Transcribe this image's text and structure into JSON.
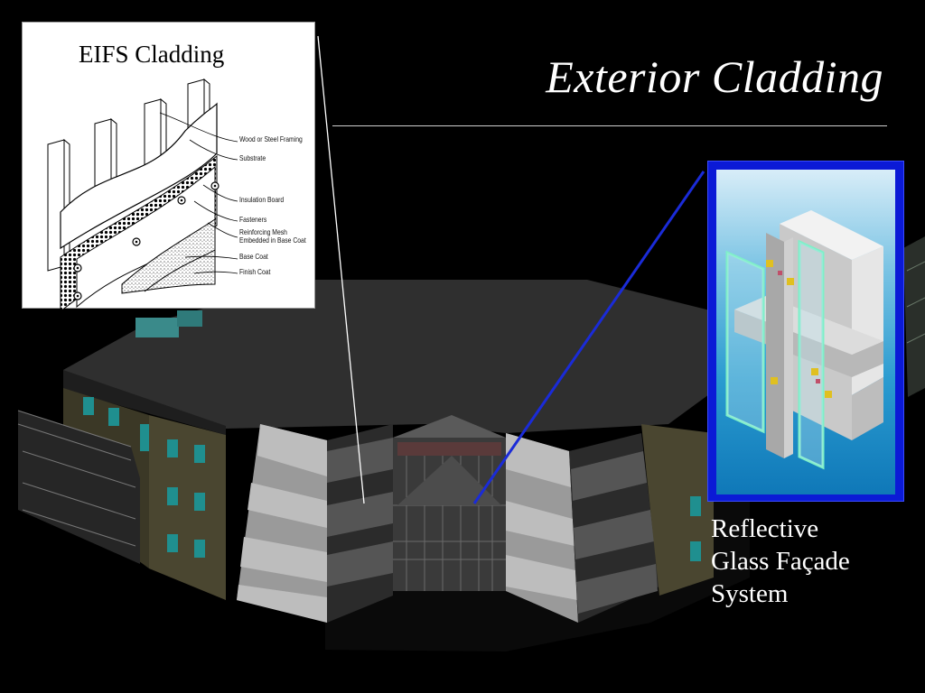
{
  "slide": {
    "title": "Exterior Cladding"
  },
  "eifs": {
    "title": "EIFS Cladding",
    "labels": [
      "Wood or Steel Framing",
      "Substrate",
      "Insulation Board",
      "Fasteners",
      "Reinforcing Mesh",
      "Embedded in Base Coat",
      "Base Coat",
      "Finish Coat"
    ]
  },
  "glass": {
    "caption": [
      "Reflective",
      "Glass Façade",
      "System"
    ]
  },
  "colors": {
    "background": "#000000",
    "title_text": "#ffffff",
    "glass_frame": "#0b1ad6",
    "leader_blue": "#1a2bd8",
    "leader_white": "#ffffff"
  }
}
